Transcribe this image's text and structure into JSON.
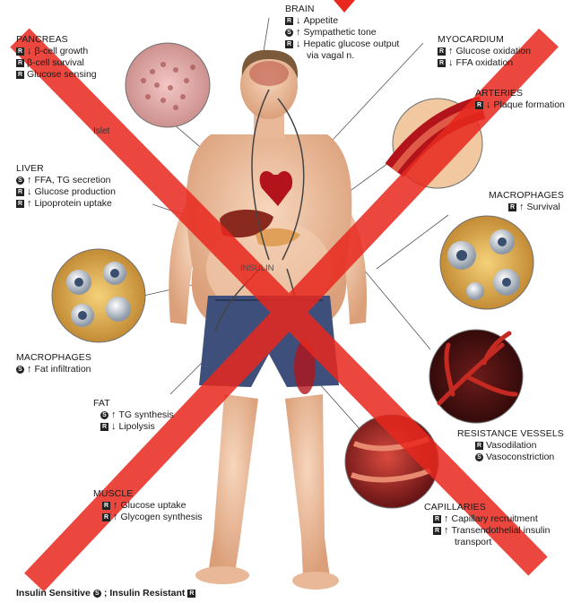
{
  "colors": {
    "cross": "#e8281e",
    "skin": "#f2c7a6",
    "skin_dark": "#d9a07c",
    "shorts": "#3d4f7a",
    "hair": "#7b5a3c",
    "tissue_red": "#b3141c",
    "fat_yellow": "#e8b54a"
  },
  "markers": {
    "sensitive": "S",
    "resistant": "R"
  },
  "brain": {
    "title": "BRAIN",
    "lines": [
      {
        "marker": "R",
        "arrow": "↓",
        "text": "Appetite"
      },
      {
        "marker": "S",
        "arrow": "↑",
        "text": "Sympathetic tone"
      },
      {
        "marker": "R",
        "arrow": "↓",
        "text": "Hepatic glucose output"
      },
      {
        "marker": "",
        "arrow": "",
        "text": "via vagal n."
      }
    ]
  },
  "pancreas": {
    "title": "PANCREAS",
    "lines": [
      {
        "marker": "R",
        "arrow": "↓",
        "text": "β-cell growth"
      },
      {
        "marker": "R",
        "arrow": "",
        "text": "β-cell survival"
      },
      {
        "marker": "R",
        "arrow": "",
        "text": "Glucose sensing"
      }
    ],
    "islet_label": "Islet"
  },
  "myocardium": {
    "title": "MYOCARDIUM",
    "lines": [
      {
        "marker": "R",
        "arrow": "↑",
        "text": "Glucose oxidation"
      },
      {
        "marker": "R",
        "arrow": "↓",
        "text": "FFA oxidation"
      }
    ]
  },
  "arteries": {
    "title": "ARTERIES",
    "lines": [
      {
        "marker": "R",
        "arrow": "↓",
        "text": "Plaque formation"
      }
    ]
  },
  "liver": {
    "title": "LIVER",
    "lines": [
      {
        "marker": "S",
        "arrow": "↑",
        "text": "FFA, TG secretion"
      },
      {
        "marker": "R",
        "arrow": "↓",
        "text": "Glucose production"
      },
      {
        "marker": "R",
        "arrow": "↑",
        "text": "Lipoprotein uptake"
      }
    ]
  },
  "macrophages_right": {
    "title": "MACROPHAGES",
    "lines": [
      {
        "marker": "R",
        "arrow": "↑",
        "text": "Survival"
      }
    ]
  },
  "insulin_label": "INSULIN",
  "macrophages_left": {
    "title": "MACROPHAGES",
    "lines": [
      {
        "marker": "S",
        "arrow": "↑",
        "text": "Fat infiltration"
      }
    ]
  },
  "fat": {
    "title": "FAT",
    "lines": [
      {
        "marker": "S",
        "arrow": "↑",
        "text": "TG synthesis"
      },
      {
        "marker": "R",
        "arrow": "↓",
        "text": "Lipolysis"
      }
    ]
  },
  "resistance_vessels": {
    "title": "RESISTANCE VESSELS",
    "lines": [
      {
        "marker": "R",
        "arrow": "",
        "text": "Vasodilation"
      },
      {
        "marker": "S",
        "arrow": "",
        "text": "Vasoconstriction"
      }
    ]
  },
  "muscle": {
    "title": "MUSCLE",
    "lines": [
      {
        "marker": "R",
        "arrow": "↑",
        "text": "Glucose uptake"
      },
      {
        "marker": "R",
        "arrow": "↑",
        "text": "Glycogen synthesis"
      }
    ]
  },
  "capillaries": {
    "title": "CAPILLARIES",
    "lines": [
      {
        "marker": "R",
        "arrow": "↑",
        "text": "Capillary recruitment"
      },
      {
        "marker": "R",
        "arrow": "↑",
        "text": "Transendothelial insulin"
      },
      {
        "marker": "",
        "arrow": "",
        "text": "transport"
      }
    ]
  },
  "legend": {
    "sensitive_text": "Insulin Sensitive",
    "separator": ";",
    "resistant_text": "Insulin Resistant"
  }
}
